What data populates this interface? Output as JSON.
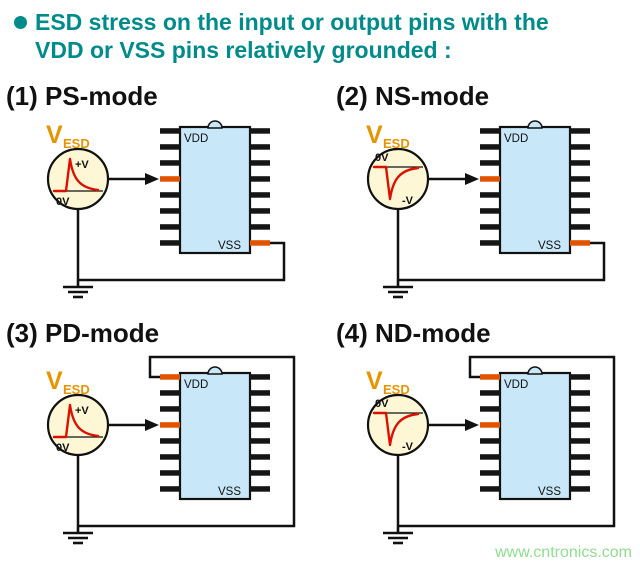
{
  "header": {
    "line1": "ESD stress on the input or output pins with the",
    "line2": "VDD or VSS pins relatively grounded :"
  },
  "panels": [
    {
      "title": "(1) PS-mode",
      "source": {
        "main": "V",
        "sub": "ESD"
      },
      "waveform": {
        "polarity": "positive",
        "upper_label": "+V",
        "lower_label": "0V"
      },
      "chip": {
        "top_label": "VDD",
        "bottom_label": "VSS"
      },
      "grounded": "VSS"
    },
    {
      "title": "(2) NS-mode",
      "source": {
        "main": "V",
        "sub": "ESD"
      },
      "waveform": {
        "polarity": "negative",
        "upper_label": "0V",
        "lower_label": "-V"
      },
      "chip": {
        "top_label": "VDD",
        "bottom_label": "VSS"
      },
      "grounded": "VSS"
    },
    {
      "title": "(3) PD-mode",
      "source": {
        "main": "V",
        "sub": "ESD"
      },
      "waveform": {
        "polarity": "positive",
        "upper_label": "+V",
        "lower_label": "0V"
      },
      "chip": {
        "top_label": "VDD",
        "bottom_label": "VSS"
      },
      "grounded": "VDD"
    },
    {
      "title": "(4) ND-mode",
      "source": {
        "main": "V",
        "sub": "ESD"
      },
      "waveform": {
        "polarity": "negative",
        "upper_label": "0V",
        "lower_label": "-V"
      },
      "chip": {
        "top_label": "VDD",
        "bottom_label": "VSS"
      },
      "grounded": "VDD"
    }
  ],
  "watermark": {
    "text": "www.cntronics.com"
  },
  "colors": {
    "heading": "#008b8b",
    "vesd": "#e69500",
    "pulse-red": "#dd1000",
    "pulse-bg": "#fdf7d6",
    "chip-fill": "#c8e7f8",
    "hot-pin": "#e25300",
    "watermark": "#90dc90"
  }
}
